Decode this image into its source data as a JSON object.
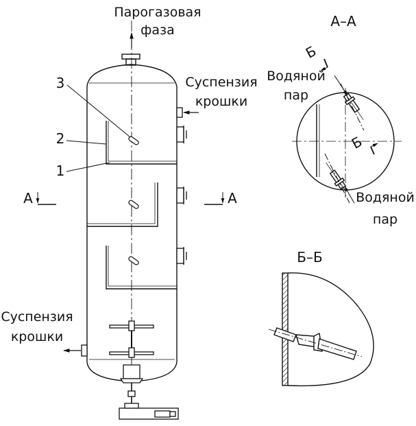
{
  "labels": {
    "top_line1": "Парогазовая",
    "top_line2": "фаза",
    "right_susp_line1": "Суспензия",
    "right_susp_line2": "крошки",
    "left_susp_line1": "Суспензия",
    "left_susp_line2": "крошки",
    "callout_1": "1",
    "callout_2": "2",
    "callout_3": "3",
    "section_a_left": "А",
    "section_a_right": "А",
    "view_aa_title": "А–А",
    "steam_top_line1": "Водяной",
    "steam_top_line2": "пар",
    "steam_bottom_line1": "Водяной",
    "steam_bottom_line2": "пар",
    "mark_b_top": "Б",
    "mark_b_right": "Б",
    "view_bb_title": "Б–Б"
  }
}
